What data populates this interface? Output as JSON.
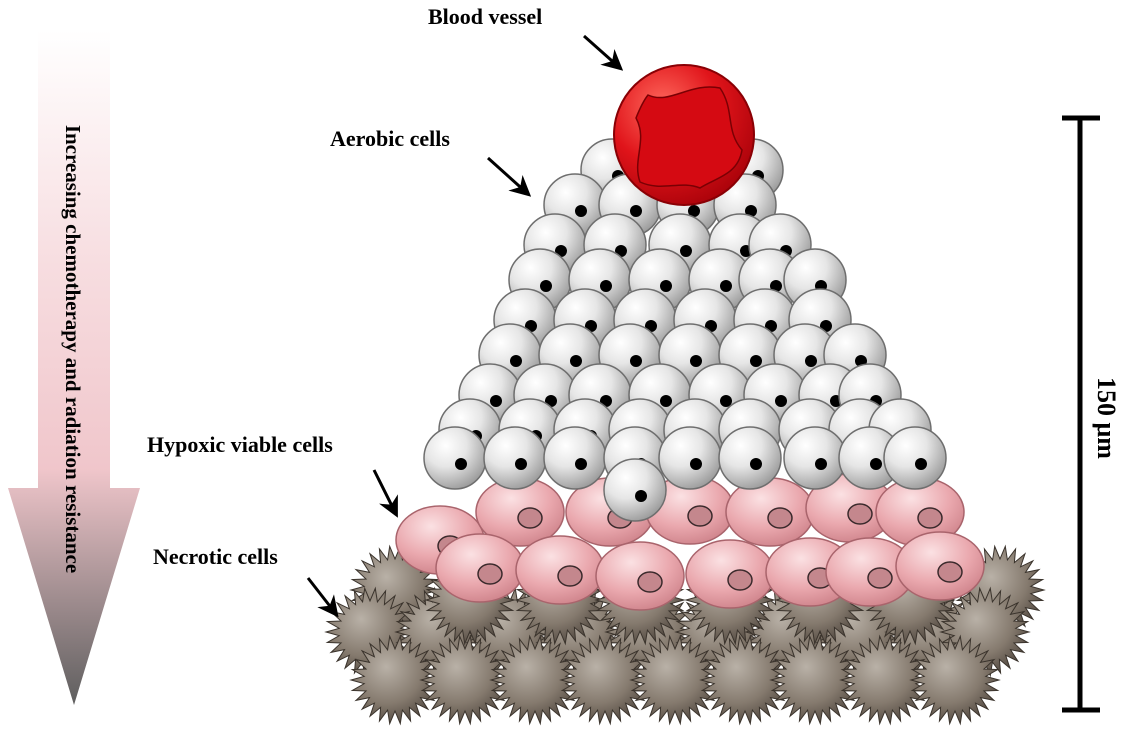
{
  "labels": {
    "blood_vessel": "Blood vessel",
    "aerobic": "Aerobic cells",
    "hypoxic": "Hypoxic viable cells",
    "necrotic": "Necrotic cells",
    "scale": "150 μm",
    "gradient_arrow": "Increasing chemotherapy and radiation resistance"
  },
  "colors": {
    "vessel": "#e0141a",
    "aerobic_cell": "#d9d9d9",
    "hypoxic_cell": "#eaa6ac",
    "necrotic_cell": "#7d7368",
    "nucleus": "#000000",
    "arrow_top": "#fff3f4",
    "arrow_mid": "#f2c7cc",
    "arrow_bottom": "#6f6f6f"
  }
}
